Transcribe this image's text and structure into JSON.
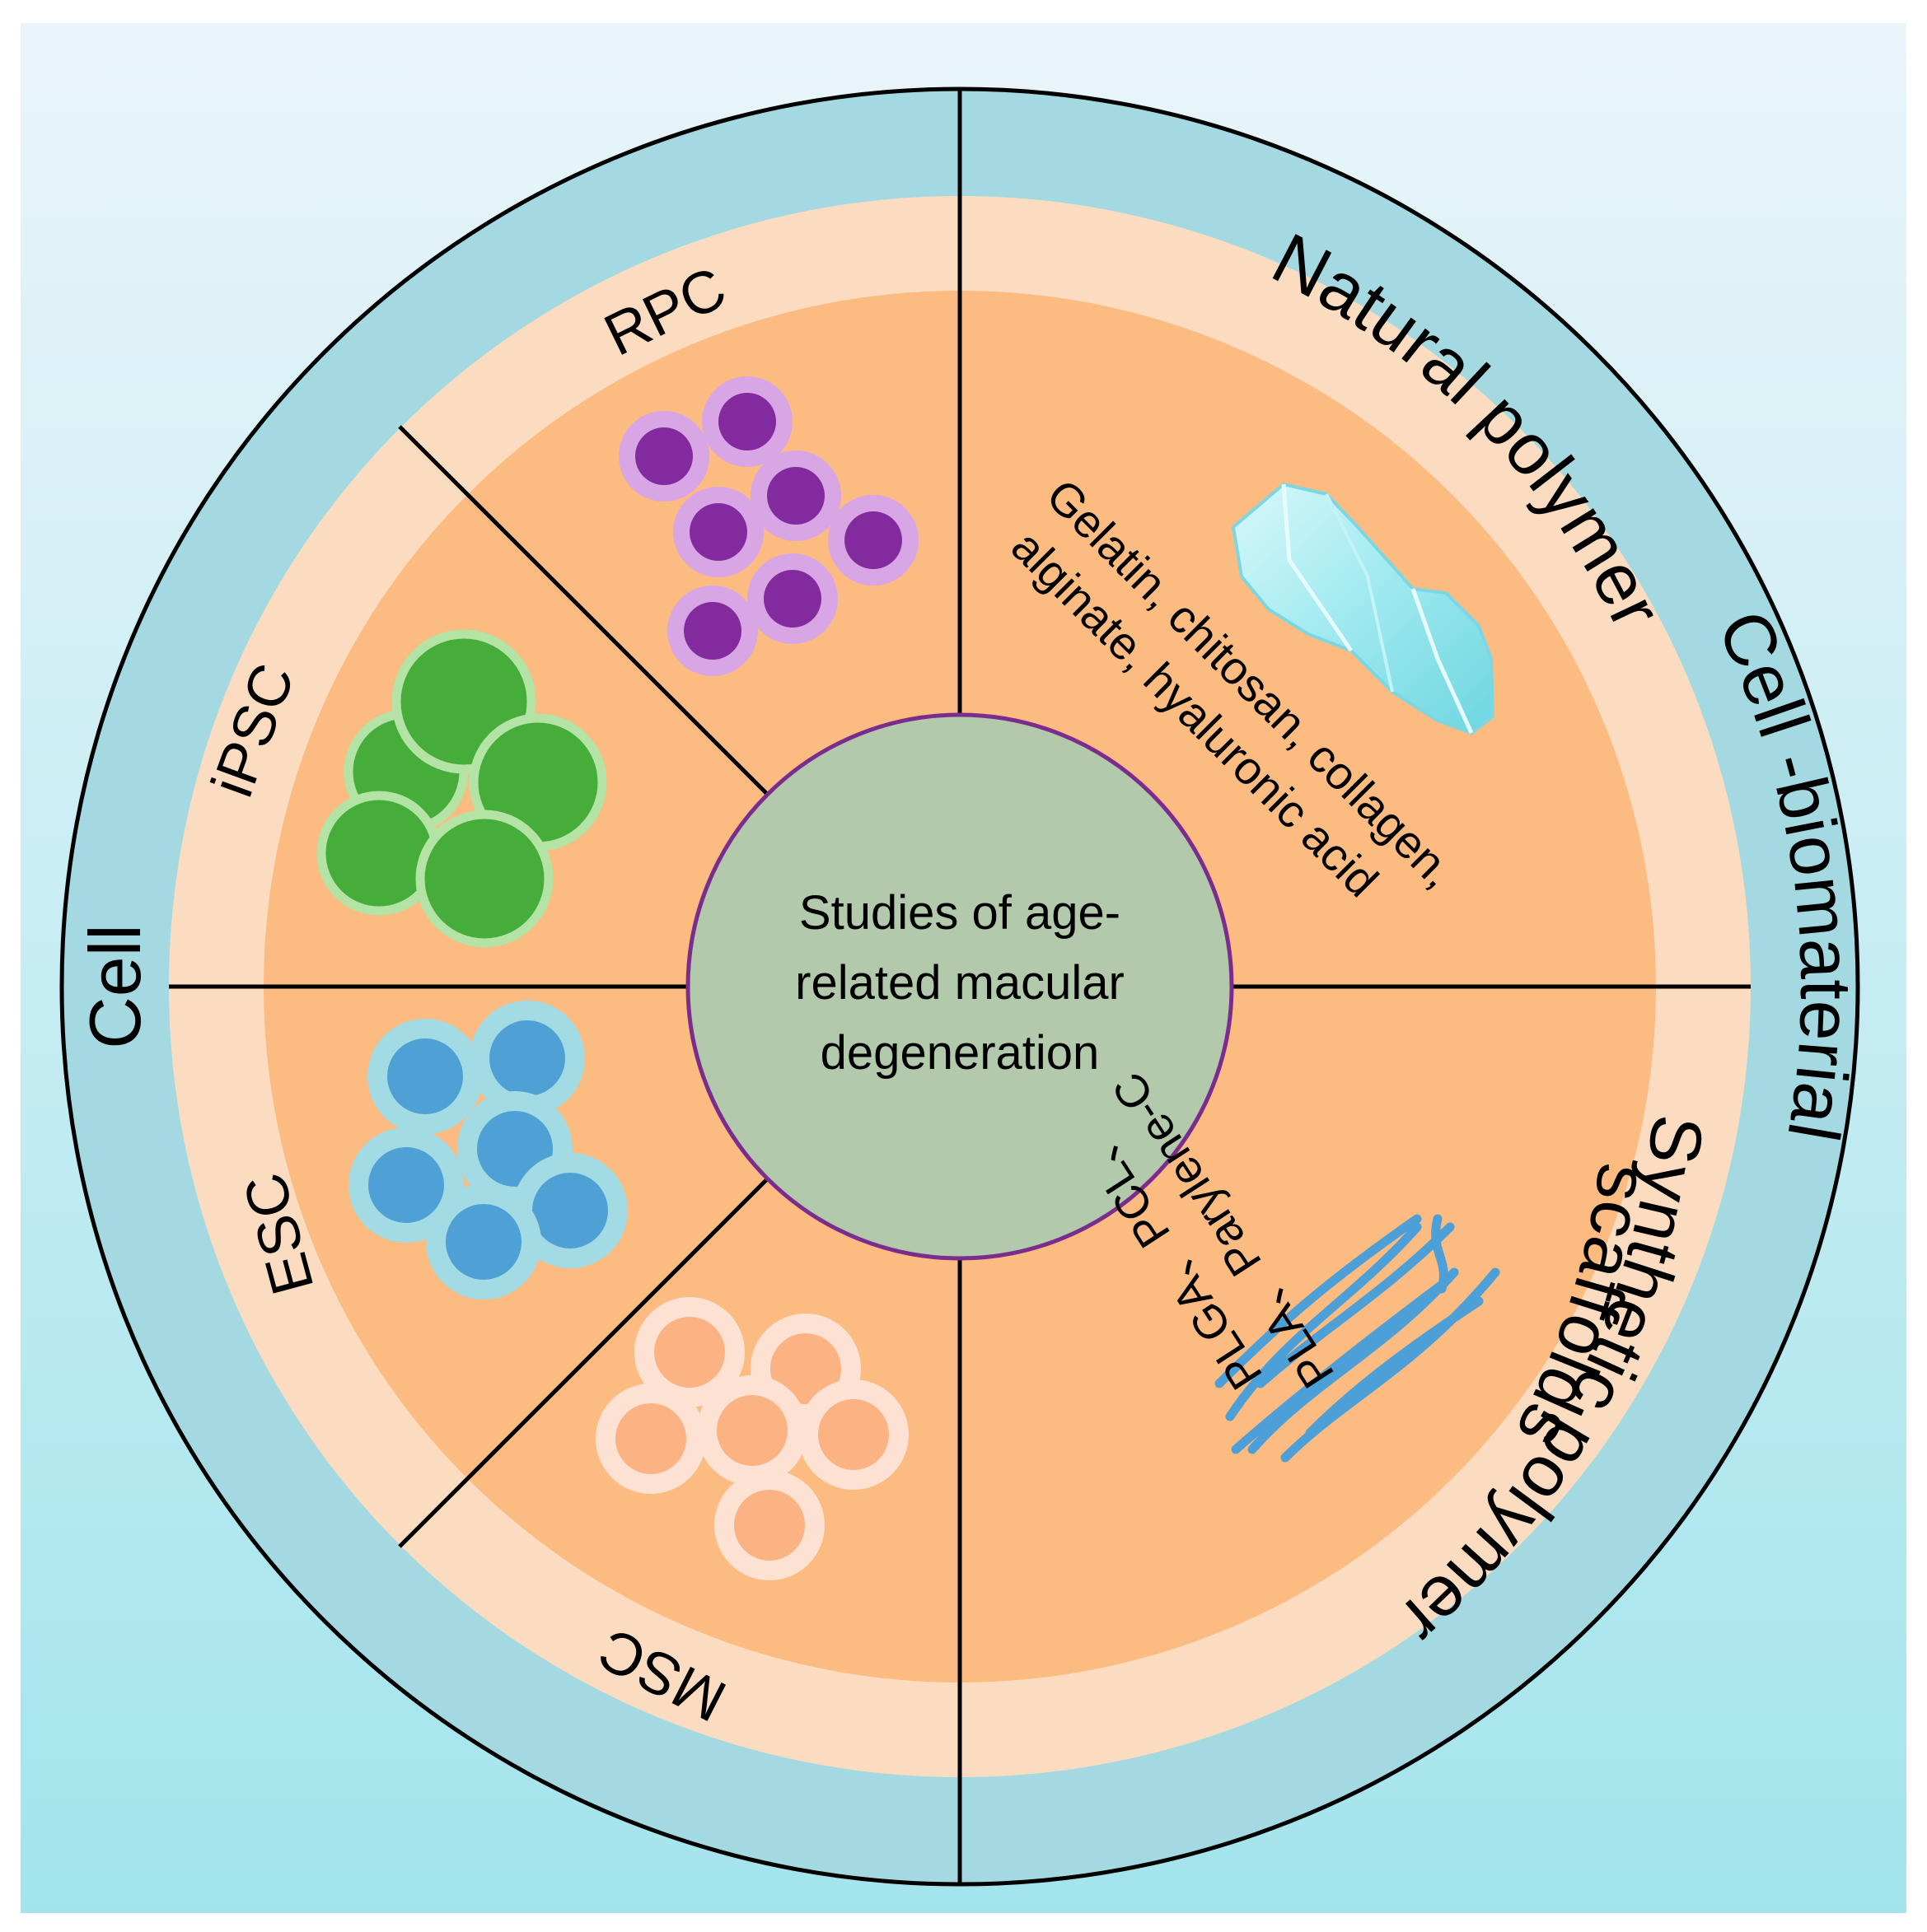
{
  "center": {
    "lines": [
      "Studies of age-",
      "related macular",
      "degeneration"
    ]
  },
  "outer_ring": {
    "left_label": "Cell",
    "right_label_top": "Cell -biomaterial",
    "right_label_bottom": "scaffolds"
  },
  "cell_sectors": [
    {
      "id": "rpc",
      "label": "RPC",
      "icon": "purple-cell-cluster-icon"
    },
    {
      "id": "ipsc",
      "label": "iPSC",
      "icon": "green-cell-cluster-icon"
    },
    {
      "id": "esc",
      "label": "ESC",
      "icon": "blue-cell-cluster-icon"
    },
    {
      "id": "msc",
      "label": "MSC",
      "icon": "peach-cell-cluster-icon"
    }
  ],
  "scaffold_sectors": [
    {
      "id": "natural",
      "label": "Natural  polymer",
      "examples": [
        "Gelatin, chitosan, collagen,",
        "alginate, hyaluronic acid"
      ],
      "icon": "crystal-material-icon"
    },
    {
      "id": "synthetic",
      "label": "Synthetic  polymer",
      "examples": [
        "PLGA、PCL、",
        "PLA、Parylene-C"
      ],
      "icon": "blue-fiber-icon"
    }
  ],
  "colors": {
    "background_top": "#eaf5fa",
    "background_bottom": "#a3e4ec",
    "outer_ring": "#a4d9e1",
    "light_ring": "#fcdcc0",
    "inner_fill": "#fbbb81",
    "center_fill": "#b3c9ab",
    "center_stroke": "#7b2d8e",
    "rpc_nucleus": "#832b9e",
    "rpc_halo": "#d8a6e5",
    "ipsc_cell": "#46ad3b",
    "ipsc_halo": "#b3e3a5",
    "esc_cell": "#4fa1d5",
    "esc_halo": "#a3dbe5",
    "msc_cell": "#fbb383",
    "msc_halo": "#fde2d4",
    "fiber": "#4c9fd7",
    "crystal": "#9ee9ef"
  }
}
